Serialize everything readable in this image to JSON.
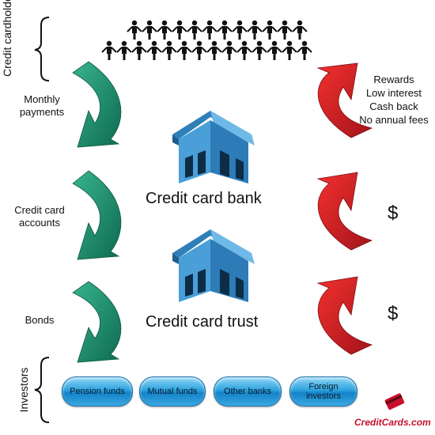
{
  "left_labels": {
    "credit_cardholders": "Credit cardholders",
    "monthly_payments": "Monthly payments",
    "credit_card_accounts": "Credit card accounts",
    "bonds": "Bonds",
    "investors": "Investors"
  },
  "right_labels": {
    "benefits": [
      "Rewards",
      "Low interest",
      "Cash back",
      "No annual fees"
    ],
    "dollar_1": "$",
    "dollar_2": "$"
  },
  "houses": {
    "bank": "Credit card bank",
    "trust": "Credit card trust"
  },
  "investors": [
    "Pension funds",
    "Mutual funds",
    "Other banks",
    "Foreign investors"
  ],
  "brand": "CreditCards.com",
  "colors": {
    "green_arrow": "#1d8a6a",
    "red_arrow": "#d81f26",
    "house_blue": "#4a9fd8",
    "pill_blue": "#2ea3de",
    "brand_red": "#c8102e"
  },
  "icons": [
    "people-row-icon",
    "house-icon",
    "curved-arrow-icon",
    "brace-icon",
    "credit-card-logo-icon"
  ]
}
